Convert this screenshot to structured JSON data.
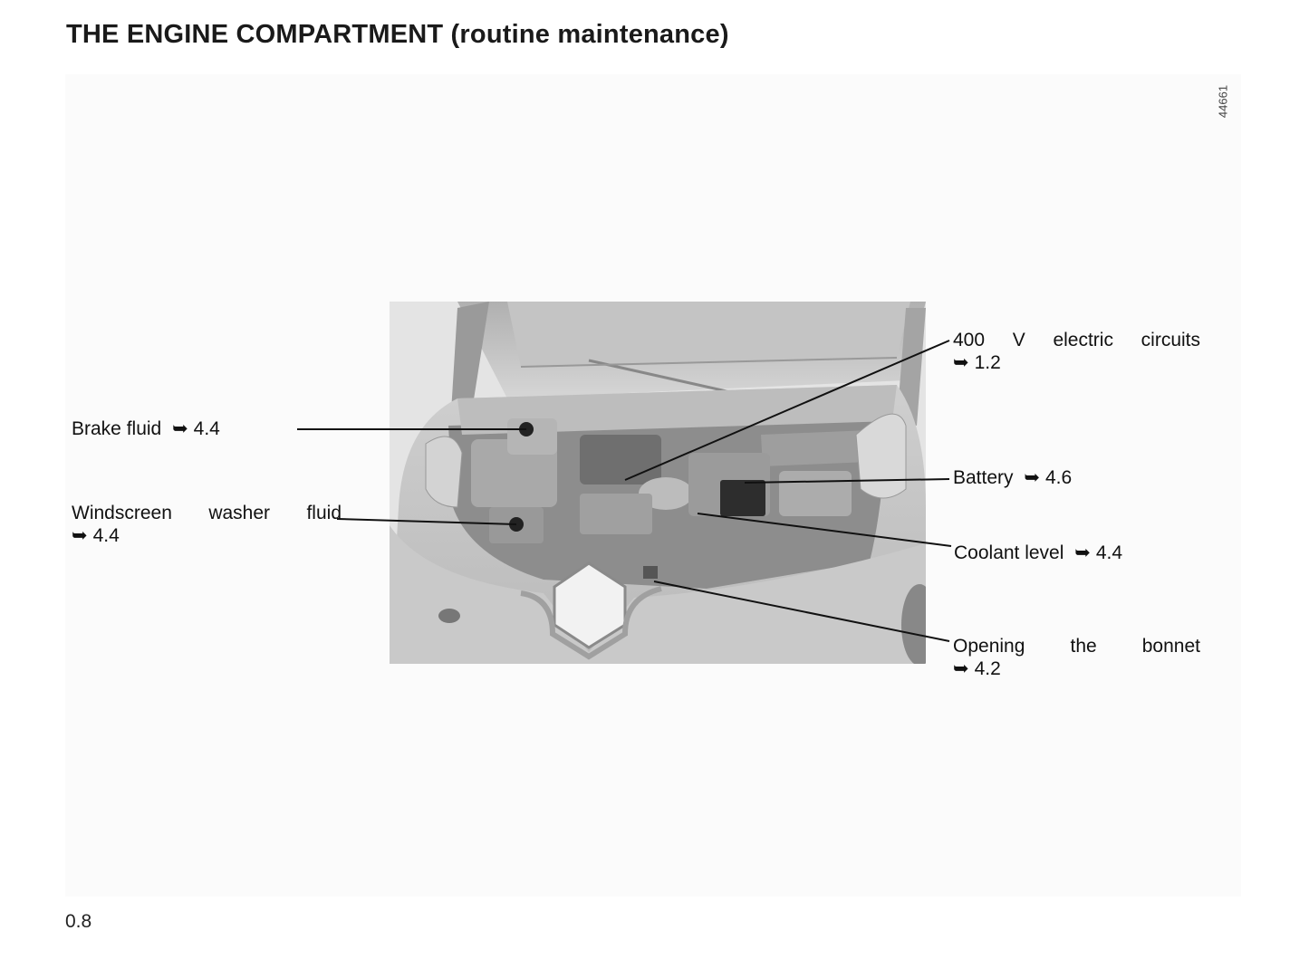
{
  "page": {
    "title": "THE ENGINE COMPARTMENT (routine maintenance)",
    "page_number": "0.8",
    "figure_reference": "44661"
  },
  "callouts": {
    "arrow_glyph": "➥",
    "brake_fluid": {
      "label": "Brake fluid",
      "ref": "4.4"
    },
    "washer_fluid": {
      "label": "Windscreen washer fluid",
      "ref": "4.4"
    },
    "electric_circuits": {
      "label": "400 V electric circuits",
      "ref": "1.2"
    },
    "battery": {
      "label": "Battery",
      "ref": "4.6"
    },
    "coolant": {
      "label": "Coolant level",
      "ref": "4.4"
    },
    "bonnet": {
      "label": "Opening the bonnet",
      "ref": "4.2"
    }
  },
  "colors": {
    "text": "#111111",
    "panel": "#fbfbfb",
    "illustration": "#c8c8c8"
  }
}
